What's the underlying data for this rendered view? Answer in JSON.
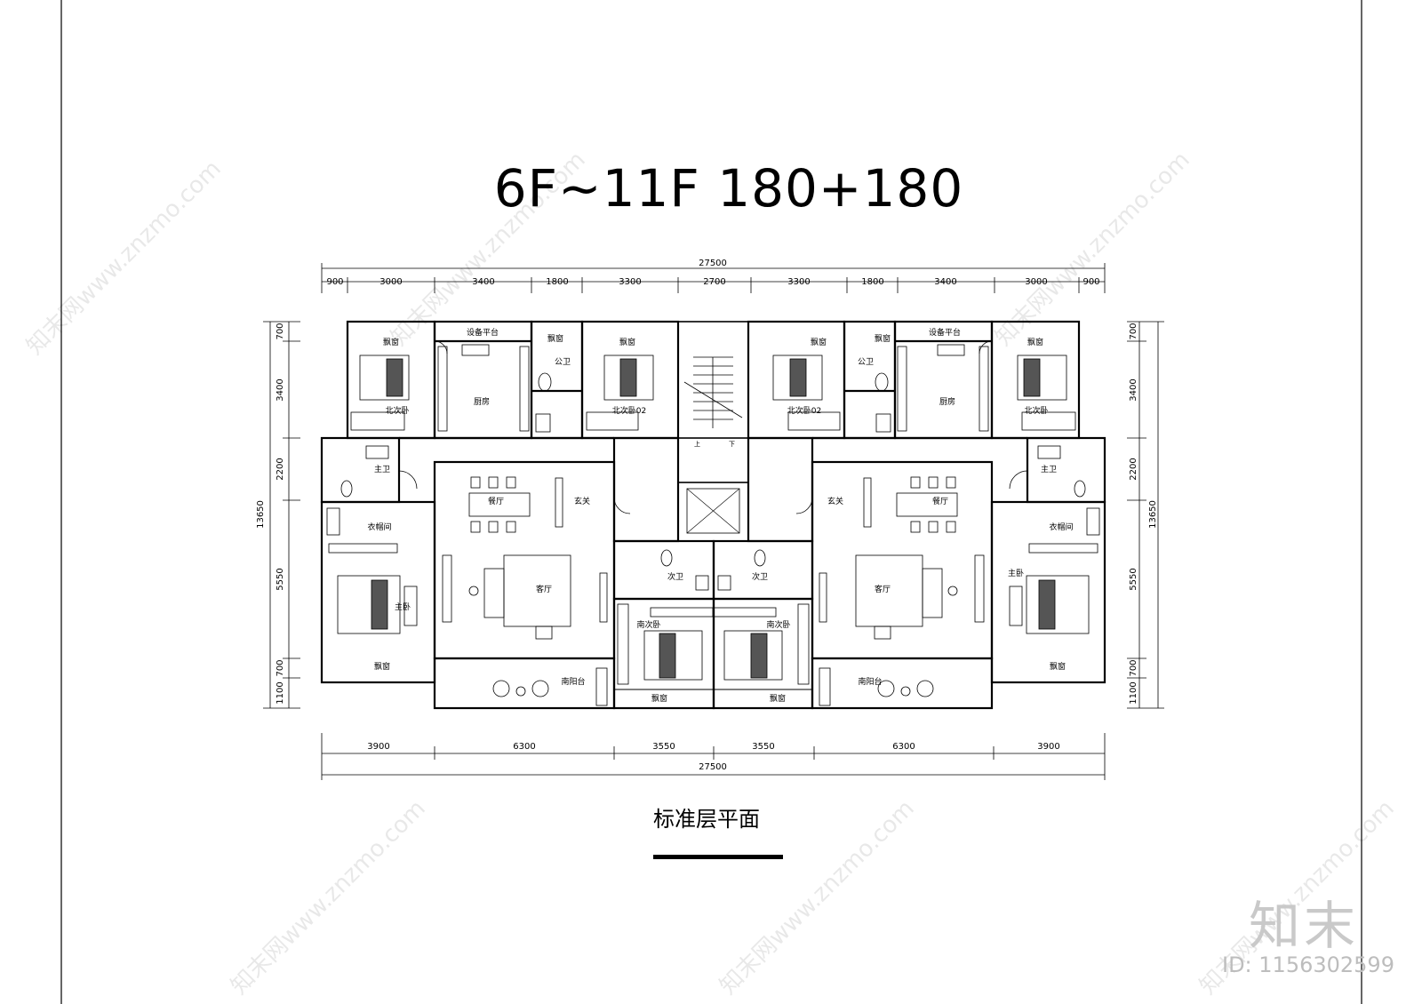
{
  "title": "6F~11F  180+180",
  "subtitle": "标准层平面",
  "logo": "知末",
  "id_label": "ID: 1156302599",
  "watermark": "知末网www.znzmo.com",
  "dimensions": {
    "total_top": "27500",
    "total_bottom": "27500",
    "top_segments": [
      "900",
      "3000",
      "3400",
      "1800",
      "3300",
      "2700",
      "3300",
      "1800",
      "3400",
      "3000",
      "900"
    ],
    "bottom_segments": [
      "3900",
      "6300",
      "3550",
      "3550",
      "6300",
      "3900"
    ],
    "left_total": "13650",
    "right_total": "13650",
    "side_segments": [
      "700",
      "3400",
      "2200",
      "5550",
      "700",
      "1100"
    ]
  },
  "rooms": {
    "bay_window": "飘窗",
    "equipment_platform": "设备平台",
    "public_bath": "公卫",
    "kitchen": "厨房",
    "north_bedroom": "北次卧",
    "north_bedroom_02": "北次卧02",
    "master_bath": "主卫",
    "dining": "餐厅",
    "foyer": "玄关",
    "walk_in_closet": "衣帽间",
    "master_bedroom": "主卧",
    "living": "客厅",
    "second_bath": "次卫",
    "south_bedroom": "南次卧",
    "south_balcony": "南阳台",
    "stair_up": "上",
    "stair_down": "下"
  },
  "colors": {
    "line": "#000000",
    "watermark": "#d8d8d8",
    "logo": "#c9c9c9"
  }
}
